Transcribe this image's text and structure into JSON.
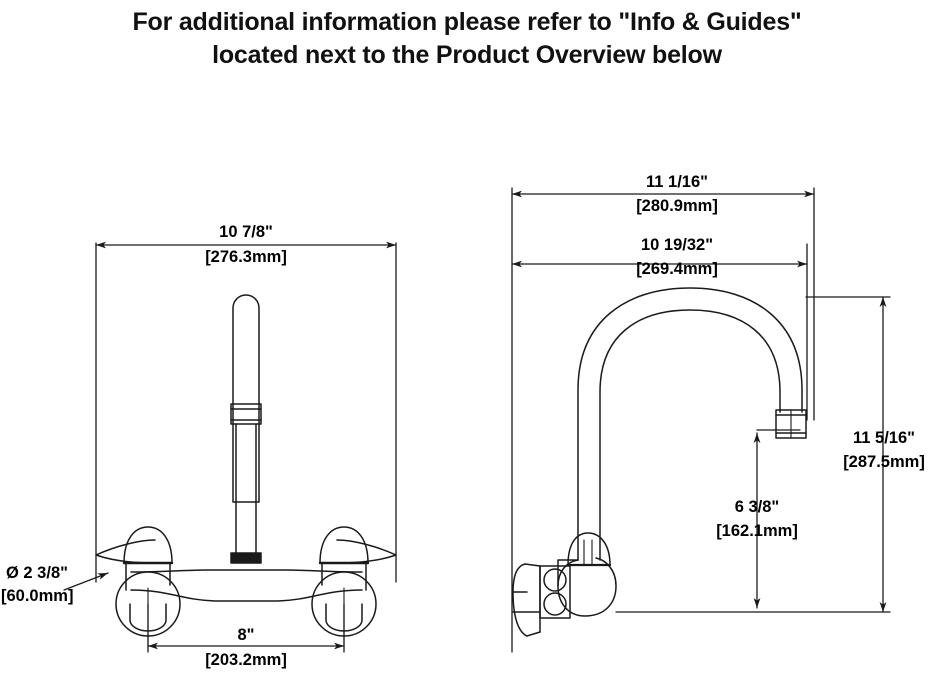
{
  "header": {
    "line1": "For additional information please refer to \"Info & Guides\"",
    "line2": "located next to the Product Overview below"
  },
  "drawing": {
    "title": "wall-mount gooseneck faucet dimensional drawing",
    "line_color": "#1a1a1a",
    "background_color": "#ffffff",
    "front_view": {
      "name": "front elevation",
      "dimensions": {
        "overall_height": {
          "imperial": "10 7/8\"",
          "metric": "[276.3mm]"
        },
        "center_to_center": {
          "imperial": "8\"",
          "metric": "[203.2mm]"
        },
        "escutcheon_diameter": {
          "imperial": "Ø 2 3/8\"",
          "metric": "[60.0mm]"
        }
      }
    },
    "side_view": {
      "name": "side elevation",
      "dimensions": {
        "overall_reach": {
          "imperial": "11 1/16\"",
          "metric": "[280.9mm]"
        },
        "spout_reach": {
          "imperial": "10 19/32\"",
          "metric": "[269.4mm]"
        },
        "overall_height": {
          "imperial": "11 5/16\"",
          "metric": "[287.5mm]"
        },
        "spout_clearance": {
          "imperial": "6 3/8\"",
          "metric": "[162.1mm]"
        }
      }
    }
  }
}
